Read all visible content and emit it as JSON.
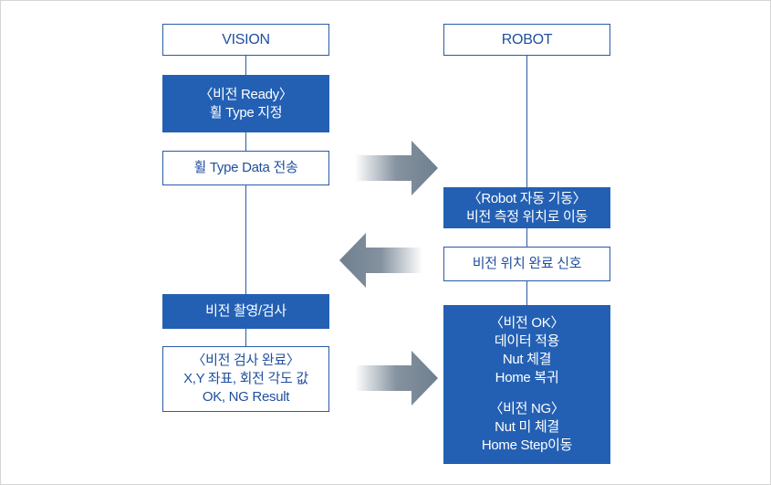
{
  "vision": {
    "header": "VISION",
    "step1": {
      "line1": "〈비전 Ready〉",
      "line2": "휠 Type 지정"
    },
    "step2": {
      "line1": "휠 Type Data 전송"
    },
    "step3": {
      "line1": "비전 촬영/검사"
    },
    "step4": {
      "line1": "〈비전 검사 완료〉",
      "line2": "X,Y 좌표, 회전 각도 값",
      "line3": "OK, NG Result"
    }
  },
  "robot": {
    "header": "ROBOT",
    "step1": {
      "line1": "〈Robot 자동 기동〉",
      "line2": "비전 측정 위치로 이동"
    },
    "step2": {
      "line1": "비전 위치 완료 신호"
    },
    "step3": {
      "ok_title": "〈비전 OK〉",
      "ok_lines": [
        "데이터 적용",
        "Nut 체결",
        "Home 복귀"
      ],
      "ng_title": "〈비전 NG〉",
      "ng_lines": [
        "Nut 미 체결",
        "Home Step이동"
      ]
    }
  },
  "colors": {
    "accent_blue": "#2360b4",
    "line_blue": "#2a5aa8",
    "arrow_gray": "#6f7f8e"
  }
}
